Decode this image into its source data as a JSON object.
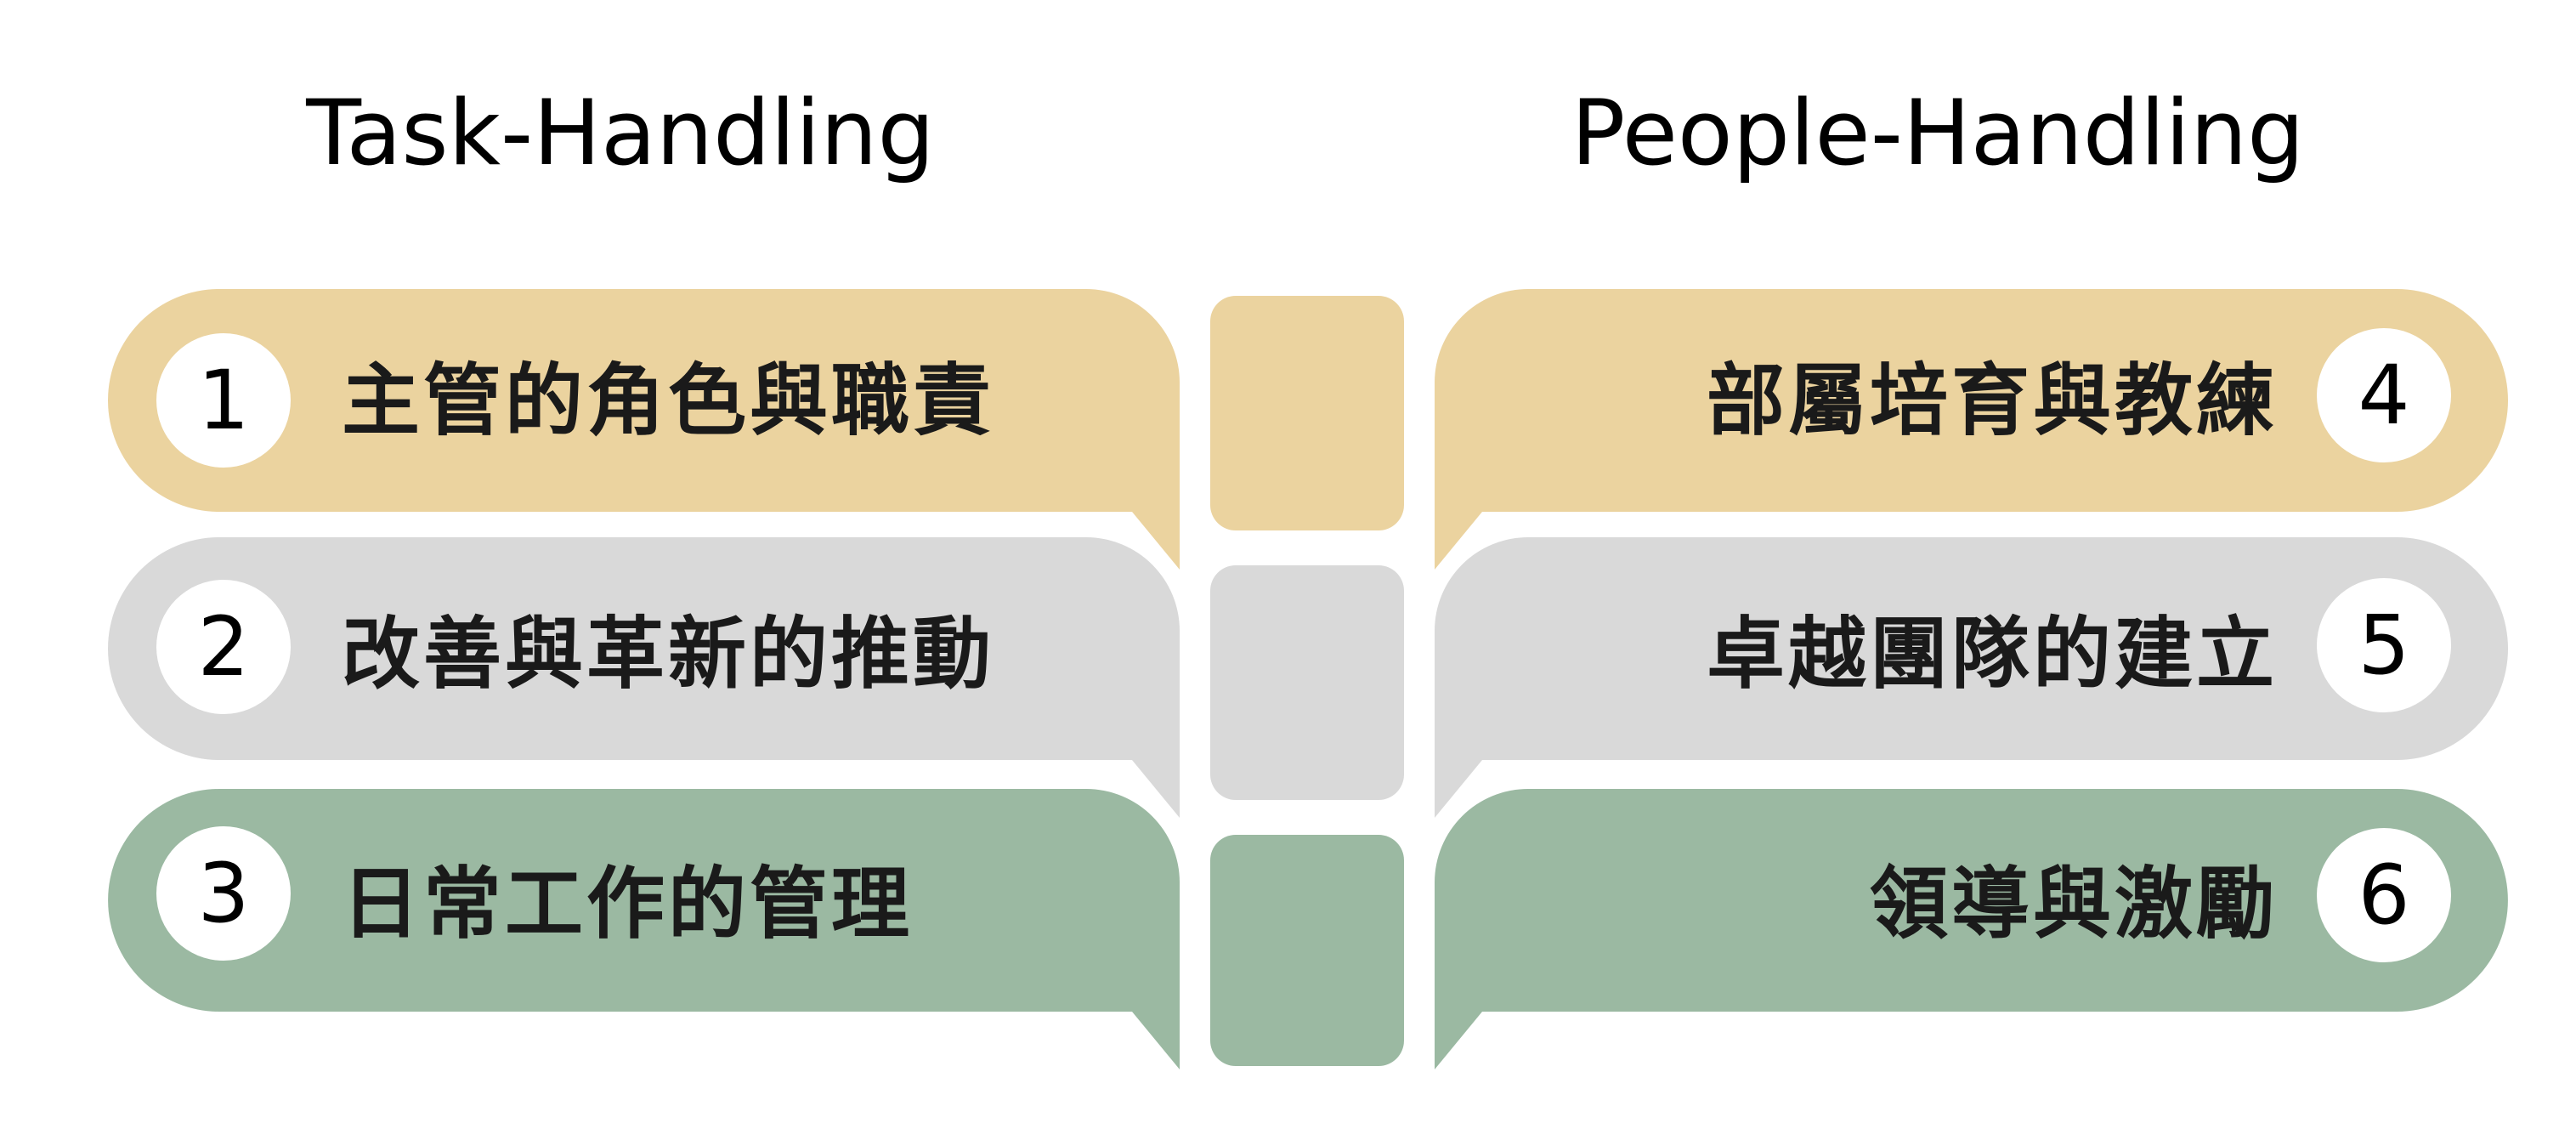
{
  "headings": {
    "left": "Task-Handling",
    "right": "People-Handling"
  },
  "colors": {
    "row1": "#ebd39f",
    "row2": "#d9d9d9",
    "row3": "#9bb9a2",
    "circle": "#ffffff",
    "background": "#ffffff"
  },
  "items": [
    {
      "number": "1",
      "label": "主管的角色與職責"
    },
    {
      "number": "2",
      "label": "改善與革新的推動"
    },
    {
      "number": "3",
      "label": "日常工作的管理"
    },
    {
      "number": "4",
      "label": "部屬培育與教練"
    },
    {
      "number": "5",
      "label": "卓越團隊的建立"
    },
    {
      "number": "6",
      "label": "領導與激勵"
    }
  ]
}
